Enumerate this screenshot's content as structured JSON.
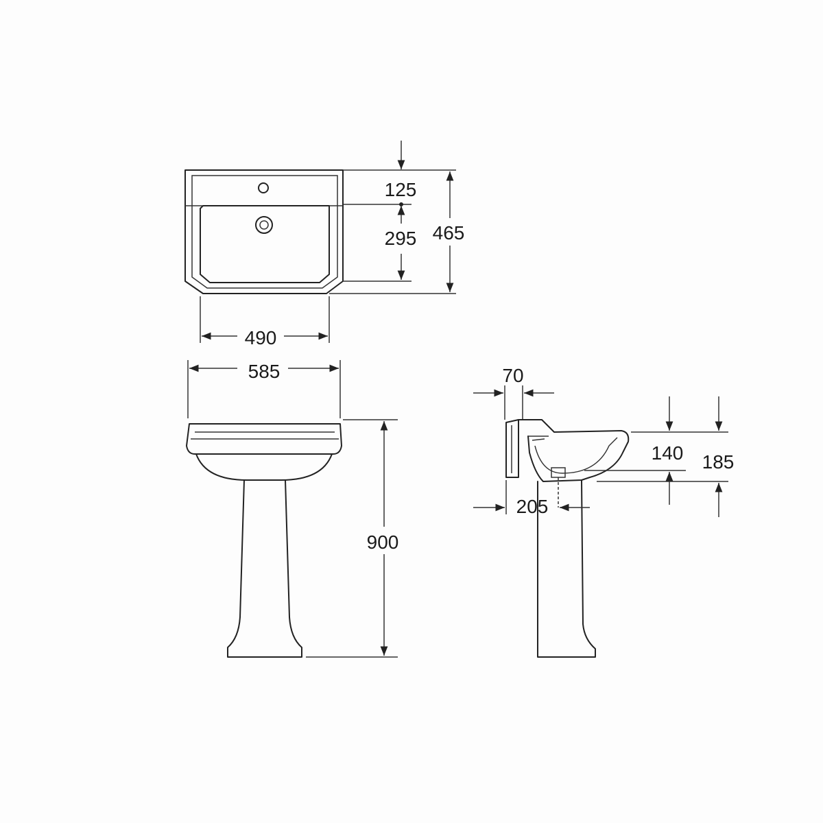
{
  "dimensions": {
    "top_offset_125": "125",
    "basin_depth_295": "295",
    "overall_depth_465": "465",
    "inner_width_490": "490",
    "overall_width_585": "585",
    "height_900": "900",
    "wall_gap_70": "70",
    "bowl_height_140": "140",
    "rim_to_outlet_185": "185",
    "outlet_offset_205": "205"
  },
  "colors": {
    "line": "#222222",
    "paper": "#fdfdfd"
  }
}
